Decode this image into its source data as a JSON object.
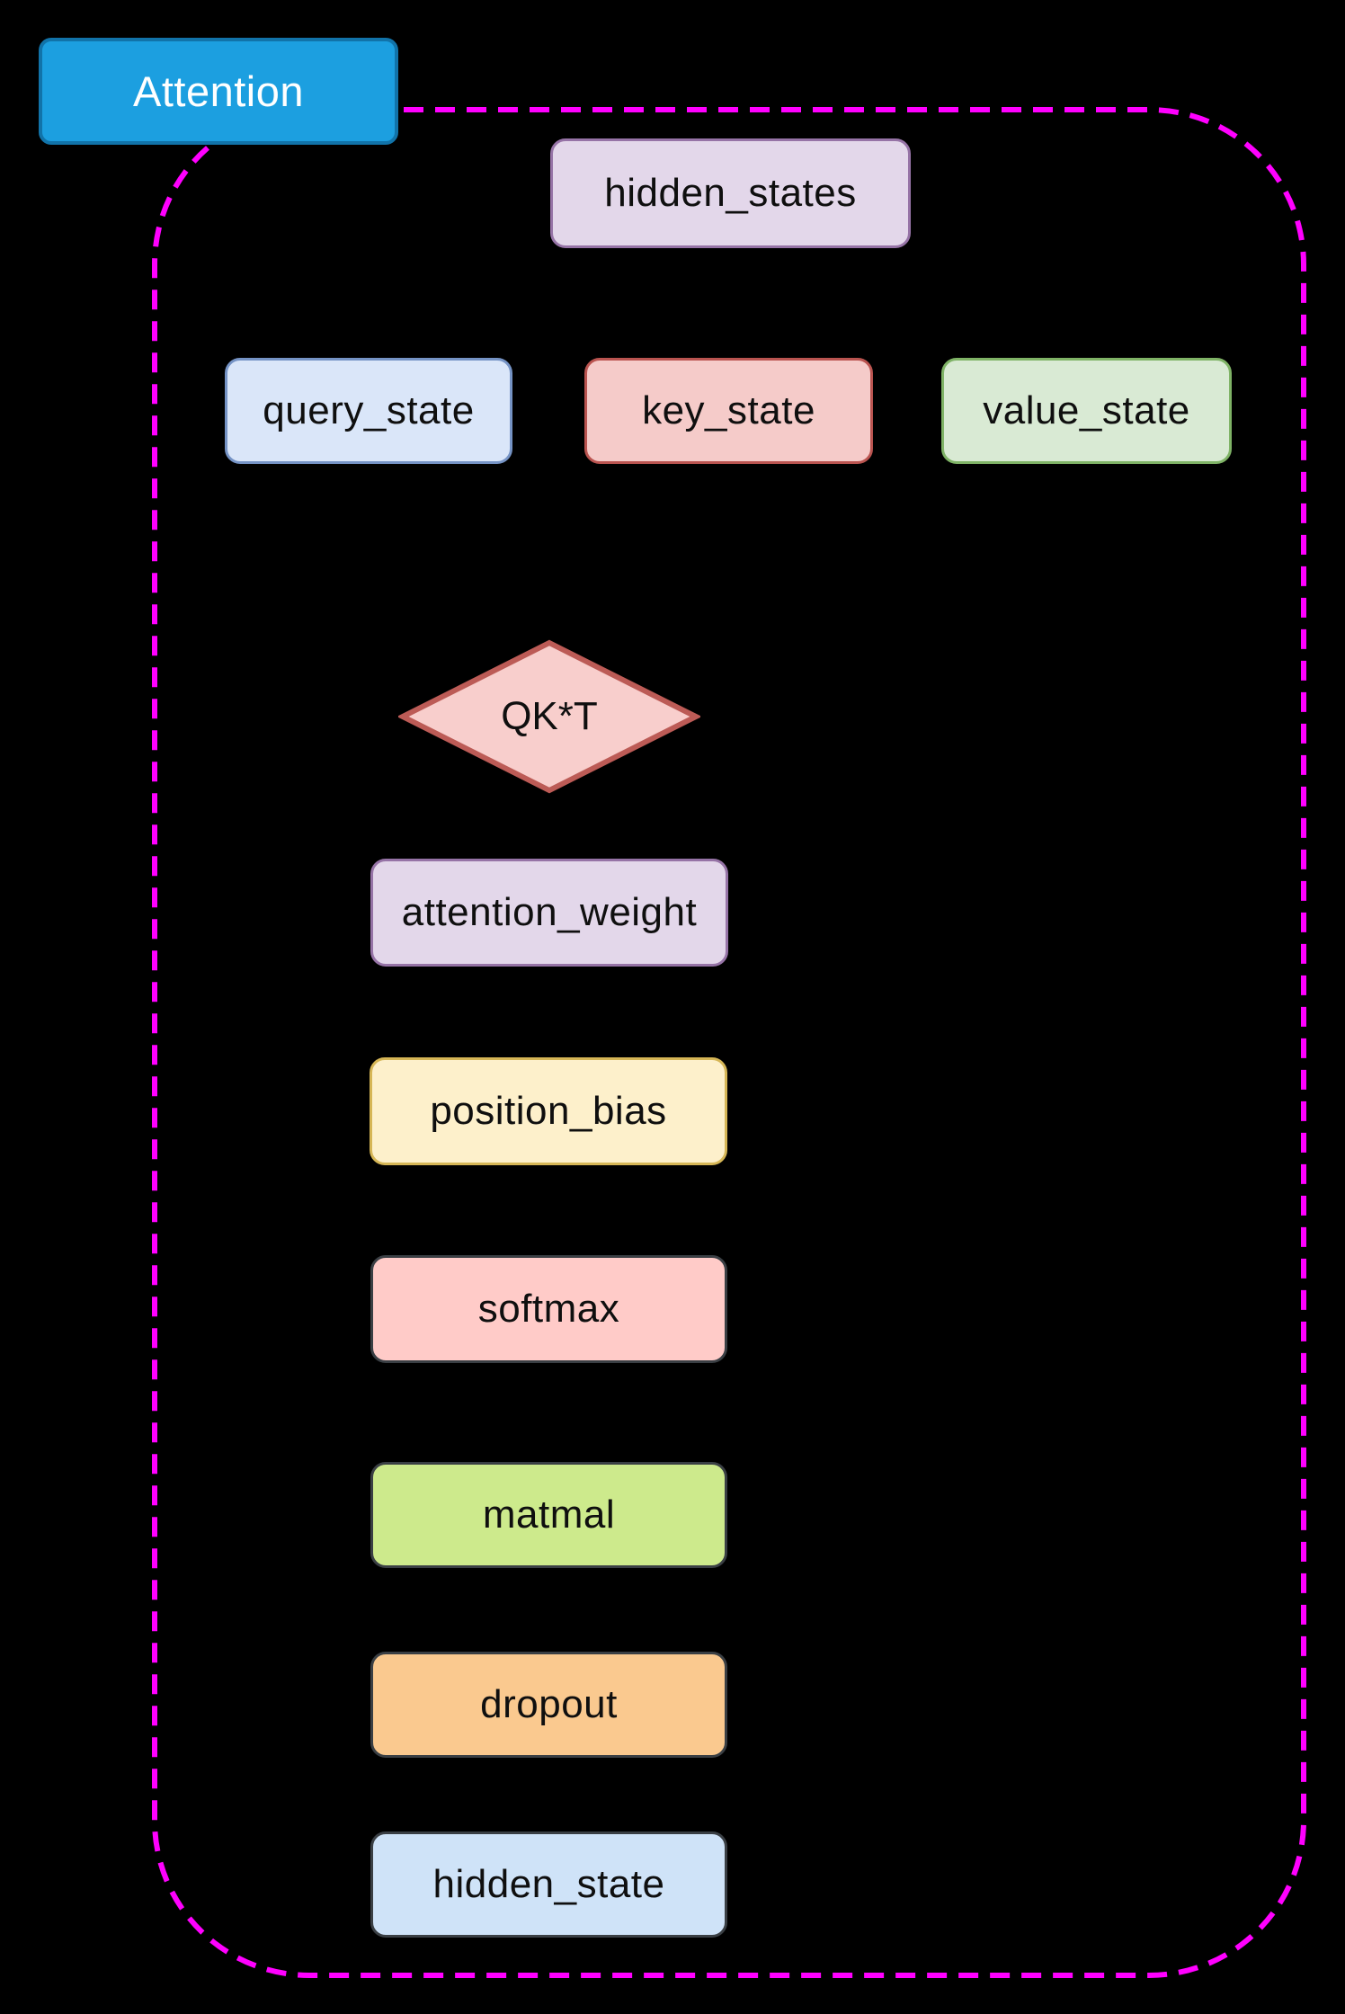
{
  "diagram": {
    "title_node": {
      "label": "Attention",
      "fill": "#1C9FE0",
      "border": "#1173A9",
      "text_color": "#FFFFFF"
    },
    "container": {
      "border_color": "#FF00FF",
      "border_style": "dashed"
    },
    "nodes": [
      {
        "id": "hidden_states",
        "label": "hidden_states",
        "shape": "rect",
        "fill": "#E3D7EA",
        "border": "#9673A6"
      },
      {
        "id": "query_state",
        "label": "query_state",
        "shape": "rect",
        "fill": "#DAE6F9",
        "border": "#7593C5"
      },
      {
        "id": "key_state",
        "label": "key_state",
        "shape": "rect",
        "fill": "#F5CBC9",
        "border": "#BA5450"
      },
      {
        "id": "value_state",
        "label": "value_state",
        "shape": "rect",
        "fill": "#D9EAD4",
        "border": "#7FB366"
      },
      {
        "id": "qkt",
        "label": "QK*T",
        "shape": "diamond",
        "fill": "#F8CECC",
        "border": "#BC5B56"
      },
      {
        "id": "attention_weight",
        "label": "attention_weight",
        "shape": "rect",
        "fill": "#E3D7EA",
        "border": "#9673A6"
      },
      {
        "id": "position_bias",
        "label": "position_bias",
        "shape": "rect",
        "fill": "#FDF0CB",
        "border": "#D6B656"
      },
      {
        "id": "softmax",
        "label": "softmax",
        "shape": "rect",
        "fill": "#FFCBC8",
        "border": "#3A3F44"
      },
      {
        "id": "matmal",
        "label": "matmal",
        "shape": "rect",
        "fill": "#CDEA8C",
        "border": "#3A3F44"
      },
      {
        "id": "dropout",
        "label": "dropout",
        "shape": "rect",
        "fill": "#FAC98F",
        "border": "#3A3F44"
      },
      {
        "id": "hidden_state",
        "label": "hidden_state",
        "shape": "rect",
        "fill": "#CFE3F8",
        "border": "#3A3F44"
      }
    ]
  }
}
